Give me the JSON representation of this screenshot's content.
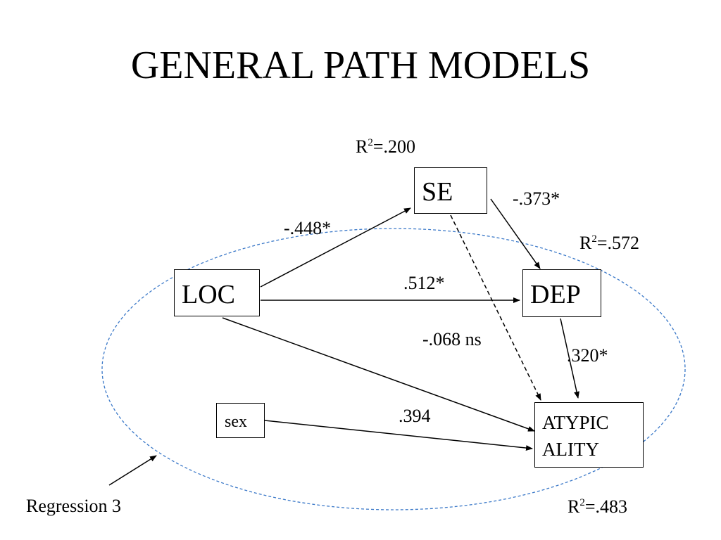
{
  "title": "GENERAL PATH MODELS",
  "nodes": {
    "se": "SE",
    "loc": "LOC",
    "dep": "DEP",
    "sex": "sex",
    "atyp_line1": "ATYPIC",
    "atyp_line2": "ALITY"
  },
  "path_labels": {
    "loc_se": "-.448*",
    "se_dep": "-.373*",
    "loc_dep": ".512*",
    "se_atyp": "-.068 ns",
    "dep_atyp": ".320*",
    "sex_atyp": ".394"
  },
  "r_squared": {
    "symbol": "R",
    "exponent": "2",
    "se": "=.200",
    "dep": "=.572",
    "atyp": "=.483"
  },
  "regression_label": "Regression 3",
  "colors": {
    "ellipse": "#3a78c8",
    "lines": "#000000"
  }
}
